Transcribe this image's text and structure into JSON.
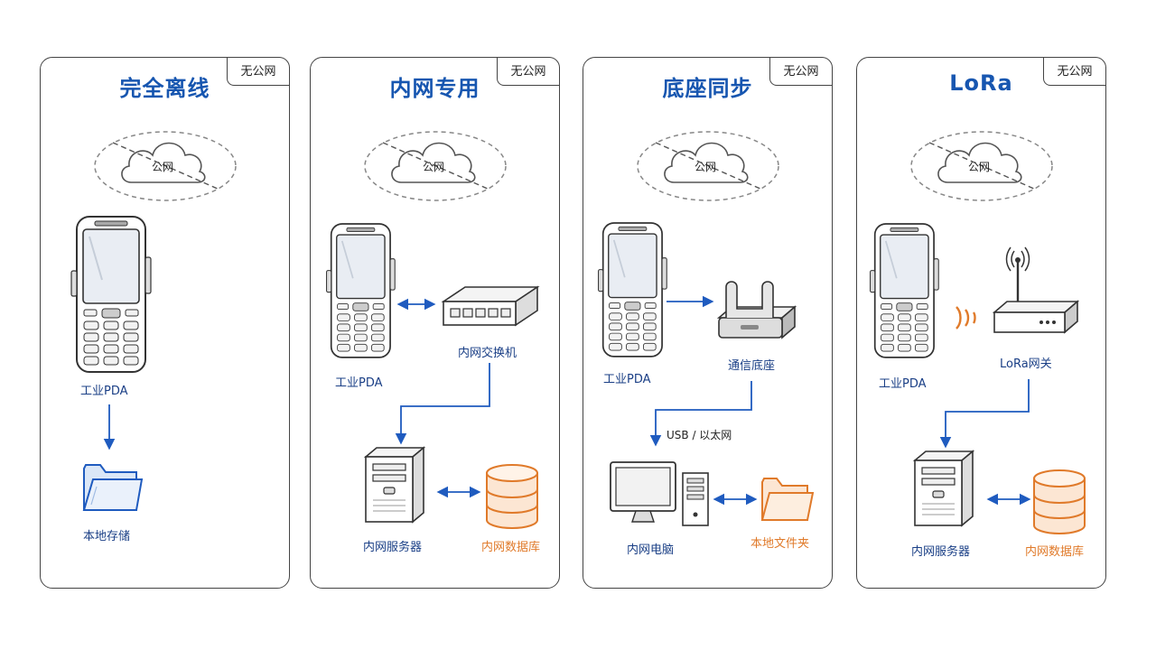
{
  "panels": [
    {
      "title": "完全离线",
      "badge": "无公网",
      "cloud_label": "公网",
      "labels": {
        "pda": "工业PDA",
        "storage": "本地存储"
      }
    },
    {
      "title": "内网专用",
      "badge": "无公网",
      "cloud_label": "公网",
      "labels": {
        "pda": "工业PDA",
        "switch": "内网交换机",
        "server": "内网服务器",
        "database": "内网数据库"
      }
    },
    {
      "title": "底座同步",
      "badge": "无公网",
      "cloud_label": "公网",
      "labels": {
        "pda": "工业PDA",
        "cradle": "通信底座",
        "connection": "USB / 以太网",
        "pc": "内网电脑",
        "folder": "本地文件夹"
      }
    },
    {
      "title": "LoRa",
      "badge": "无公网",
      "cloud_label": "公网",
      "labels": {
        "pda": "工业PDA",
        "gateway": "LoRa网关",
        "server": "内网服务器",
        "database": "内网数据库"
      }
    }
  ],
  "colors": {
    "title": "#1756b0",
    "arrow": "#1f5bbf",
    "orange": "#e07a2a",
    "line": "#333333"
  },
  "icons": [
    "cloud-icon",
    "pda-icon",
    "folder-icon",
    "switch-icon",
    "server-icon",
    "database-icon",
    "cradle-icon",
    "computer-icon",
    "router-icon",
    "radio-waves-icon"
  ]
}
